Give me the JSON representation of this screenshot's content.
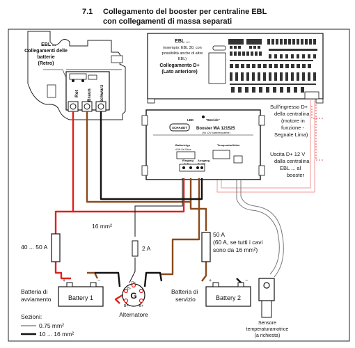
{
  "header": {
    "number": "7.1",
    "title_line1": "Collegamento del booster per centraline EBL",
    "title_line2": "con collegamenti di massa separati"
  },
  "panel_left": {
    "l1": "EBL ...",
    "l2": "Collegamenti delle",
    "l3": "batterie",
    "l4": "(Retro)"
  },
  "terminals": [
    "Rot",
    "Braun",
    "Schwarz"
  ],
  "panel_right": {
    "l1": "EBL ...",
    "l2": "(esempio: EBL 30, con",
    "l3": "possibilità anche di altre",
    "l4": "EBL)",
    "l5": "Collegamento D+",
    "l6": "(Lato anteriore)"
  },
  "booster": {
    "led_label": "LED",
    "led_status": "\"Betrieb\"",
    "brand": "SCHAUDT",
    "model": "Booster  WA 121525",
    "model_sub": "( für 12V Batteriesysteme)",
    "section_left": "Batterietyp",
    "section_left_sub": "AGM   Gel   Säure",
    "section_right": "Temperaturfühler",
    "eingang": "Eingang",
    "eingang_pins": "D+    B+",
    "ausgang": "Ausgang",
    "ausgang_pins": "B+    GND"
  },
  "annotations": {
    "d_plus_in": [
      "Sull'ingresso D+",
      "della centralina",
      "(motore in",
      "funzione -",
      "Segnale Lima)"
    ],
    "d_plus_out": [
      "Uscita D+ 12 V",
      "dalla centralina",
      "EBL ... al",
      "booster"
    ],
    "fuse_left": "40 ... 50 A",
    "cable": "16 mm²",
    "fuse_mid": "2 A",
    "fuse_right": [
      "50 A",
      "(60 A, se tutti i cavi",
      "sono da 16 mm²)"
    ],
    "start_batt_label": [
      "Batteria di",
      "avviamento"
    ],
    "battery1": "Battery 1",
    "alternator": "Alternatore",
    "service_batt_label": [
      "Batteria di",
      "servizio"
    ],
    "battery2": "Battery 2",
    "sensor": [
      "Sensore",
      "temperaturamotrice",
      "(a richiesta)"
    ],
    "sections_title": "Sezioni:",
    "thin": "0.75 mm²",
    "thick": "10 ... 16 mm²",
    "alt_g": "G",
    "alt_dplus": "D+",
    "alt_bminus": "B-",
    "alt_bplus": "B+",
    "plus": "+",
    "minus": "−"
  },
  "colors": {
    "red": "#e0201c",
    "brown": "#8a4a1c",
    "black": "#111111",
    "pink": "#ef9a9a"
  }
}
